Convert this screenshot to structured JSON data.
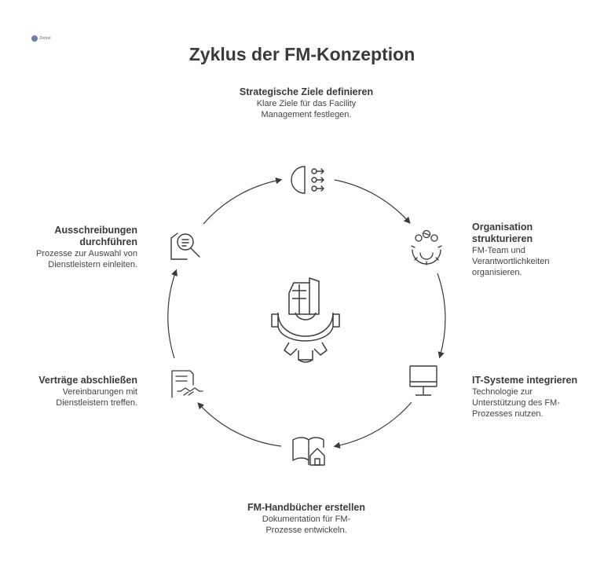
{
  "logo": {
    "text": "Zenist"
  },
  "title": "Zyklus der FM-Konzeption",
  "steps": [
    {
      "title": "Strategische Ziele definieren",
      "description": "Klare Ziele für das Facility Management festlegen.",
      "icon": "strategy-icon"
    },
    {
      "title": "Organisation strukturieren",
      "description": "FM-Team und Verantwortlichkeiten organisieren.",
      "icon": "team-gear-icon"
    },
    {
      "title": "IT-Systeme integrieren",
      "description": "Technologie zur Unterstützung des FM-Prozesses nutzen.",
      "icon": "monitor-icon"
    },
    {
      "title": "FM-Handbücher erstellen",
      "description": "Dokumentation für FM-Prozesse entwickeln.",
      "icon": "book-house-icon"
    },
    {
      "title": "Verträge abschließen",
      "description": "Vereinbarungen mit Dienstleistern treffen.",
      "icon": "contract-handshake-icon"
    },
    {
      "title": "Ausschreibungen durchführen",
      "description": "Prozesse zur Auswahl von Dienstleistern einleiten.",
      "icon": "document-search-icon"
    }
  ],
  "center_icon": "building-gear-icon",
  "colors": {
    "stroke": "#3a3a3a",
    "text": "#444444"
  }
}
